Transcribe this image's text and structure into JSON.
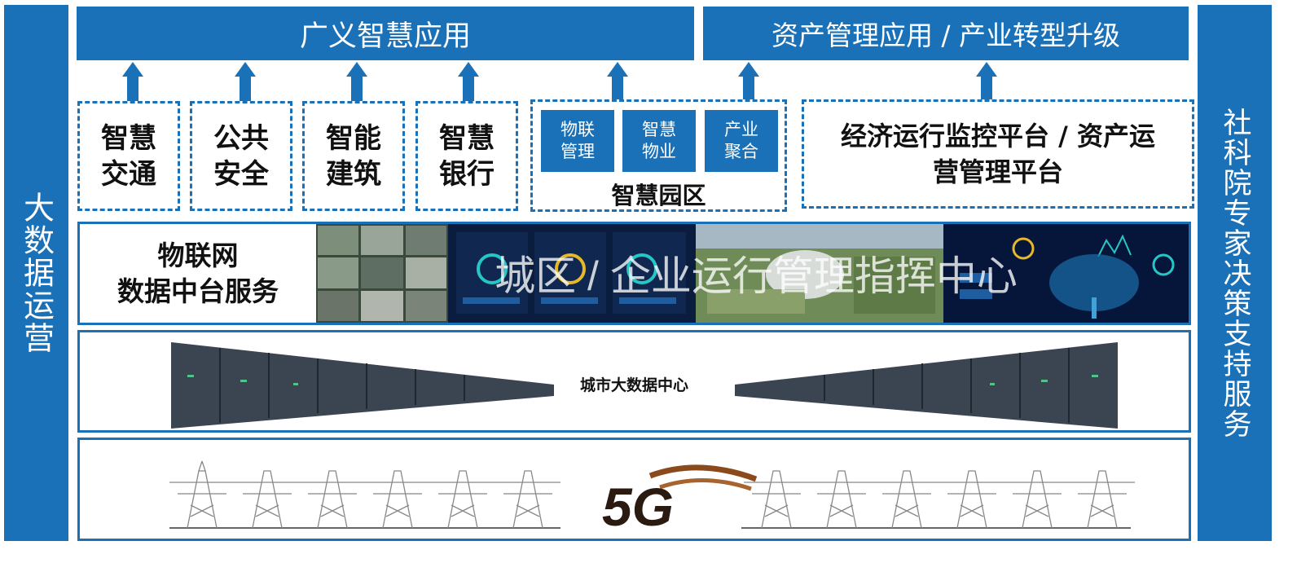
{
  "left_bar": {
    "label": "大数据运营"
  },
  "right_bar": {
    "label": "社科院专家决策支持服务"
  },
  "top": {
    "left_banner": "广义智慧应用",
    "right_banner": "资产管理应用 / 产业转型升级"
  },
  "apps": [
    {
      "label_line1": "智慧",
      "label_line2": "交通"
    },
    {
      "label_line1": "公共",
      "label_line2": "安全"
    },
    {
      "label_line1": "智能",
      "label_line2": "建筑"
    },
    {
      "label_line1": "智慧",
      "label_line2": "银行"
    }
  ],
  "park": {
    "modules": [
      {
        "line1": "物联",
        "line2": "管理"
      },
      {
        "line1": "智慧",
        "line2": "物业"
      },
      {
        "line1": "产业",
        "line2": "聚合"
      }
    ],
    "label": "智慧园区"
  },
  "economy": {
    "line1": "经济运行监控平台 / 资产运",
    "line2": "营管理平台"
  },
  "iot": {
    "line1": "物联网",
    "line2": "数据中台服务"
  },
  "command_center": {
    "label": "城区 / 企业运行管理指挥中心"
  },
  "datacenter": {
    "label": "城市大数据中心"
  },
  "network": {
    "logo": "5G"
  },
  "colors": {
    "primary_blue": "#1a71b7",
    "dark_panel": "#0a1a38",
    "logo_brown": "#8b4a1c"
  }
}
